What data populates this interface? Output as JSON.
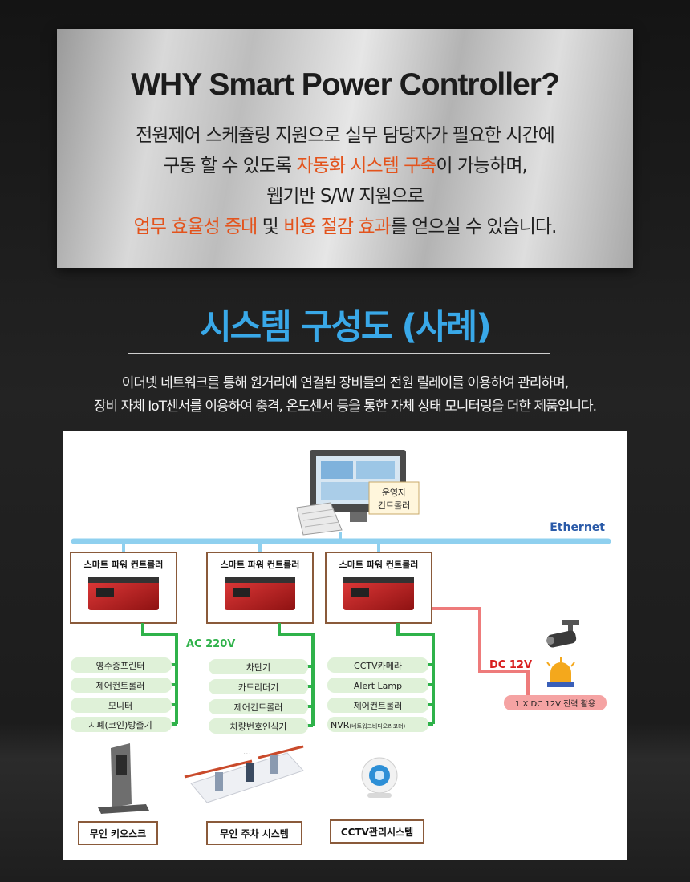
{
  "header": {
    "title": "WHY Smart Power Controller?",
    "line1": "전원제어 스케쥴링 지원으로 실무 담당자가 필요한 시간에",
    "line2_a": "구동 할 수 있도록 ",
    "line2_hl": "자동화 시스템 구축",
    "line2_b": "이 가능하며,",
    "line3": "웹기반  S/W 지원으로",
    "line4_hl1": "업무 효율성 증대",
    "line4_a": " 및 ",
    "line4_hl2": "비용 절감 효과",
    "line4_b": "를 얻으실 수 있습니다."
  },
  "section": {
    "title": "시스템 구성도 (사례)",
    "desc_line1": "이더넷 네트워크를 통해 원거리에 연결된 장비들의 전원 릴레이를 이용하여 관리하며,",
    "desc_line2": "장비 자체 IoT센서를 이용하여 충격, 온도센서 등을 통한  자체 상태 모니터링을 더한 제품입니다."
  },
  "diagram": {
    "operator_line1": "운영자",
    "operator_line2": "컨트롤러",
    "ethernet": "Ethernet",
    "controller_label": "스마트 파워 컨트롤러",
    "ac_label": "AC 220V",
    "dc_label": "DC 12V",
    "dc_box": "1 X DC 12V 전력 활용",
    "group1": [
      "영수증프린터",
      "제어컨트롤러",
      "모니터",
      "지폐(코인)방출기"
    ],
    "group2": [
      "차단기",
      "카드리더기",
      "제어컨트롤러",
      "차량번호인식기"
    ],
    "group3": [
      "CCTV카메라",
      "Alert Lamp",
      "제어컨트롤러"
    ],
    "group3_last_main": "NVR",
    "group3_last_sub": "(네트워크비디오리코더)",
    "system1": "무인 키오스크",
    "system2": "무인 주차 시스템",
    "system3": "CCTV관리시스템",
    "colors": {
      "ethernet": "#8fd0ef",
      "ac": "#2fb24a",
      "dc": "#ee7b7b",
      "box_border": "#8a5a3a",
      "accent": "#39a8e8"
    }
  }
}
